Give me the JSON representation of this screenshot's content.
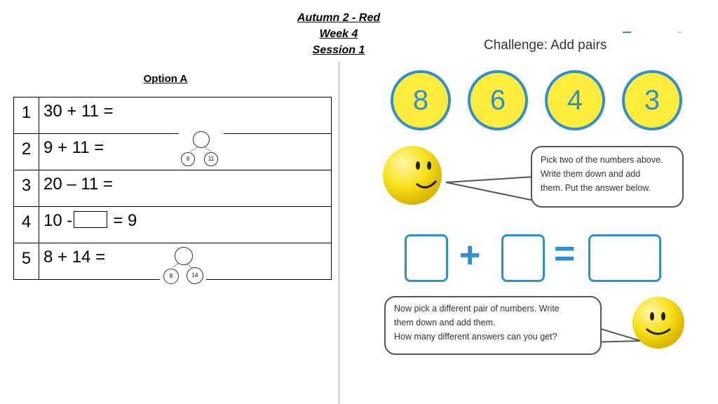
{
  "header": {
    "line1": "Autumn 2 - Red",
    "line2": "Week 4",
    "line3": "Session 1"
  },
  "left": {
    "title": "Option A",
    "questions": [
      {
        "num": "1",
        "text": "30 + 11 ="
      },
      {
        "num": "2",
        "text": "9 + 11 ="
      },
      {
        "num": "3",
        "text": "20 – 11 ="
      },
      {
        "num": "4",
        "prefix": "10 -",
        "suffix": "= 9"
      },
      {
        "num": "5",
        "text": "8 + 14 ="
      }
    ],
    "bond_q2": {
      "left": "9",
      "right": "11"
    },
    "bond_q5": {
      "left": "8",
      "right": "14"
    }
  },
  "right": {
    "title": "Challenge: Add pairs",
    "numbers": [
      "8",
      "6",
      "4",
      "3"
    ],
    "bubble1": [
      "Pick two of the numbers above.",
      "Write them down and add",
      "them. Put the answer below."
    ],
    "equation": {
      "plus": "+",
      "equals": "="
    },
    "bubble2": [
      "Now pick a different pair of numbers. Write",
      "them down and add them.",
      "How many different answers can you get?"
    ]
  },
  "colors": {
    "circle_fill": "#ffec3d",
    "accent_blue": "#2f8fd1",
    "smiley_yellow": "#f7e21b"
  }
}
